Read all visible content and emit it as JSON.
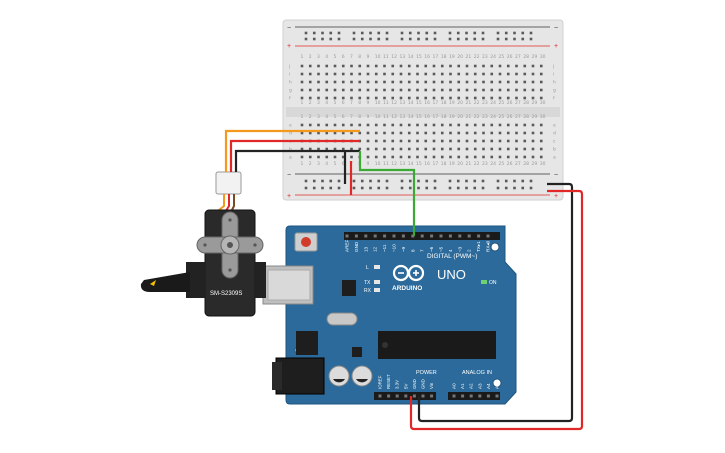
{
  "board": {
    "logo_text": "ARDUINO",
    "model": "UNO",
    "digital_header_label": "DIGITAL (PWM~)",
    "power_label": "POWER",
    "analog_label": "ANALOG IN",
    "on_label": "ON",
    "led_l": "L",
    "led_tx": "TX",
    "led_rx": "RX",
    "digital_pins": [
      "AREF",
      "GND",
      "13",
      "12",
      "~11",
      "~10",
      "~9",
      "8",
      "7",
      "~6",
      "~5",
      "4",
      "~3",
      "2",
      "TX▸1",
      "RX◂0"
    ],
    "power_pins": [
      "IOREF",
      "RESET",
      "3.3V",
      "5V",
      "GND",
      "GND",
      "Vin"
    ],
    "analog_pins": [
      "A0",
      "A1",
      "A2",
      "A3",
      "A4",
      "A5"
    ]
  },
  "servo": {
    "model_label": "SM-S2309S"
  },
  "breadboard": {
    "columns": [
      "1",
      "2",
      "3",
      "4",
      "5",
      "6",
      "7",
      "8",
      "9",
      "10",
      "11",
      "12",
      "13",
      "14",
      "15",
      "16",
      "17",
      "18",
      "19",
      "20",
      "21",
      "22",
      "23",
      "24",
      "25",
      "26",
      "27",
      "28",
      "29",
      "30"
    ],
    "rows_top": [
      "j",
      "i",
      "h",
      "g",
      "f"
    ],
    "rows_bottom": [
      "e",
      "d",
      "c",
      "b",
      "a"
    ],
    "rail_plus": "+",
    "rail_minus": "−"
  },
  "colors": {
    "arduino_blue": "#2b6a9a",
    "breadboard": "#e6e6e6",
    "wire_orange": "#f39a1e",
    "wire_red": "#e02828",
    "wire_black": "#222222",
    "wire_green": "#3aaa35"
  }
}
